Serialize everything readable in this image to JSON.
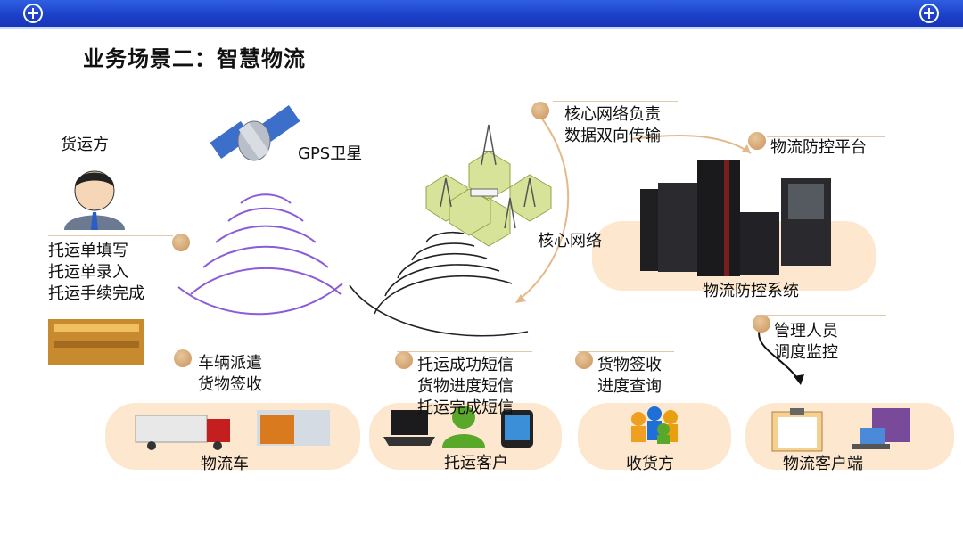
{
  "title": "业务场景二：智慧物流",
  "shipper": {
    "label": "货运方",
    "lines": [
      "托运单填写",
      "托运单录入",
      "托运手续完成"
    ]
  },
  "gps": {
    "label": "GPS卫星"
  },
  "core_network": {
    "label": "核心网络",
    "note_lines": [
      "核心网络负责",
      "数据双向传输"
    ]
  },
  "platform": {
    "label": "物流防控平台",
    "system_label": "物流防控系统"
  },
  "manager": {
    "lines": [
      "管理人员",
      "调度监控"
    ]
  },
  "vehicle_step": {
    "lines": [
      "车辆派遣",
      "货物签收"
    ]
  },
  "sms_step": {
    "lines": [
      "托运成功短信",
      "货物进度短信",
      "托运完成短信"
    ]
  },
  "receiver_step": {
    "lines": [
      "货物签收",
      "进度查询"
    ]
  },
  "bottom": {
    "truck": "物流车",
    "customer": "托运客户",
    "receiver": "收货方",
    "client": "物流客户端"
  },
  "colors": {
    "topbar": "#1b3fc8",
    "pill": "#fde8cf",
    "dot": "#d4a36e",
    "signal_purple": "#8a5cd8"
  }
}
